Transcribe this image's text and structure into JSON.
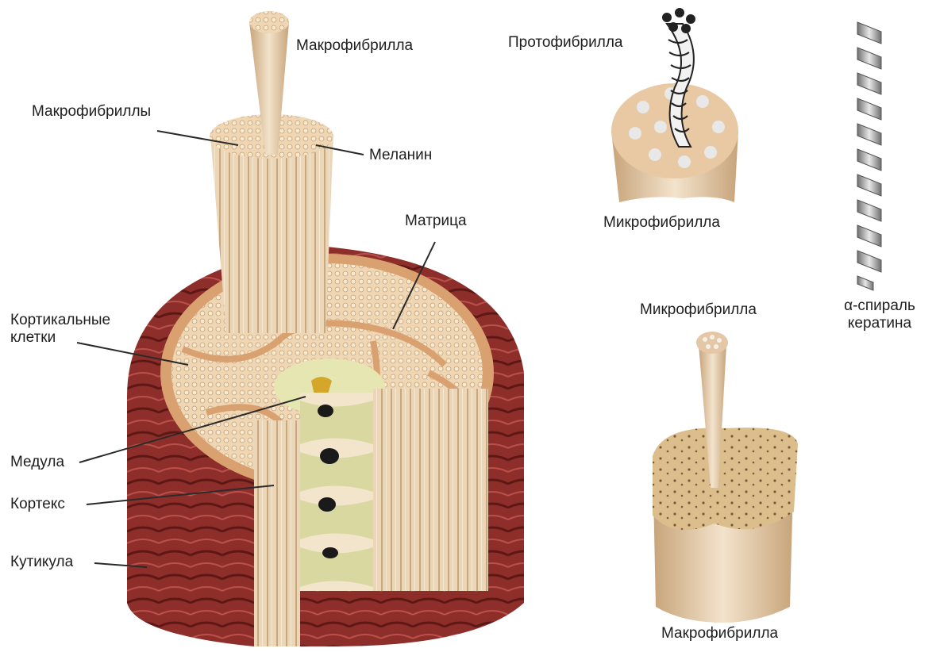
{
  "labels": {
    "macrofibril_top": "Макрофибрилла",
    "macrofibrils": "Макрофибриллы",
    "melanin": "Меланин",
    "matrix": "Матрица",
    "cortical_cells": "Кортикальные\nклетки",
    "medulla": "Медула",
    "cortex": "Кортекс",
    "cuticle": "Кутикула",
    "protofibril": "Протофибрилла",
    "microfibril_top": "Микрофибрилла",
    "microfibril_bottom": "Микрофибрилла",
    "macrofibril_bottom": "Макрофибрилла",
    "alpha_helix": "α-спираль\nкератина"
  },
  "colors": {
    "fiber_light": "#f0dcc0",
    "fiber_mid": "#dcbf9c",
    "fiber_dark": "#b8926a",
    "matrix_orange": "#d9a070",
    "cuticle_red": "#a63c3a",
    "cuticle_dark": "#6e1f1c",
    "medulla_yellow": "#e6e6b2",
    "helix_gray": "#9a9a9a",
    "label_text": "#1e1e1e"
  }
}
